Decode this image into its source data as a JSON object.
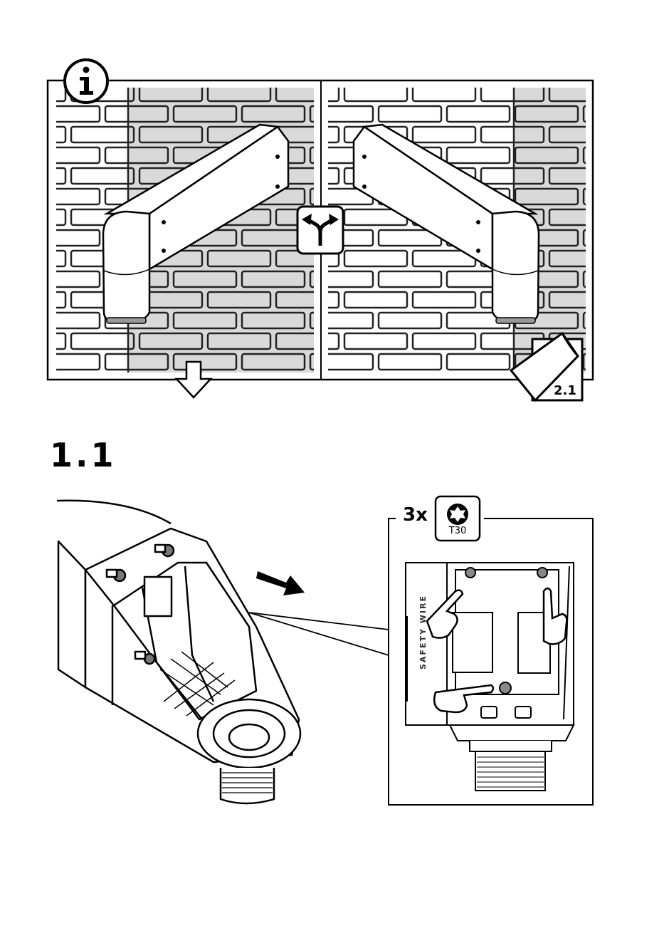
{
  "info_icon": "info-icon",
  "choice_icon": "fork-arrows-icon",
  "next_icon": "down-arrow-icon",
  "page_turn_icon": "page-turn-icon",
  "page_ref": "2.1",
  "step": {
    "number": "1.1",
    "quantity": "3x",
    "tool_icon": "torx-bit-icon",
    "tool": "T30",
    "direction_icon": "arrow-icon",
    "mount_label": "SAFETY WIRE"
  },
  "colors": {
    "ink": "#000000",
    "wall_shade": "#d9d9d9",
    "line_gray": "#555555"
  }
}
